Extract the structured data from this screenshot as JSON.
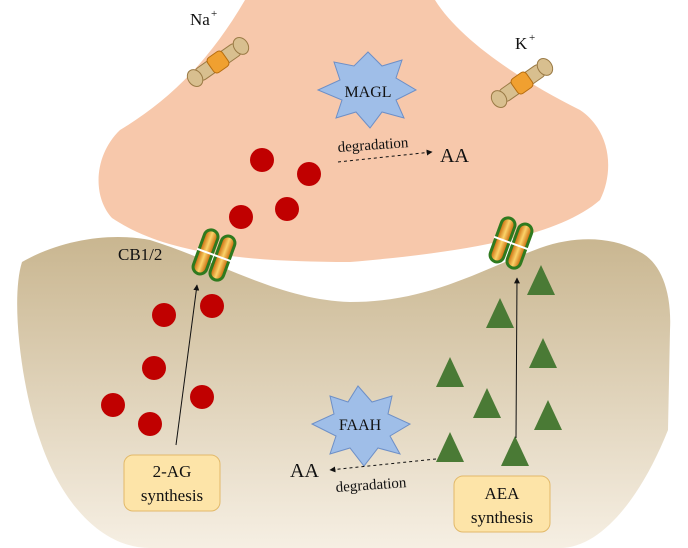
{
  "labels": {
    "na": "Na",
    "na_charge": "+",
    "k": "K",
    "k_charge": "+",
    "magl": "MAGL",
    "degradation_top": "degradation",
    "aa_top": "AA",
    "receptor": "CB1/2",
    "faah": "FAAH",
    "aa_bottom": "AA",
    "degradation_bottom": "degradation",
    "synthesis_2ag_line1": "2-AG",
    "synthesis_2ag_line2": "synthesis",
    "synthesis_aea_line1": "AEA",
    "synthesis_aea_line2": "synthesis"
  },
  "colors": {
    "presynaptic": "#f7c8ab",
    "postsynaptic_top": "#c9b690",
    "postsynaptic_bottom": "#f6efe3",
    "enzyme": "#9fbee8",
    "enzyme_stroke": "#6d8fc7",
    "ag_molecule": "#c00000",
    "aea_molecule": "#4a7a35",
    "synthesis_box": "#fde4a8",
    "synthesis_box_stroke": "#e2b96a",
    "receptor_green": "#3f8f2a",
    "receptor_orange": "#e8891e",
    "channel_tan": "#c8a46e",
    "channel_orange": "#f0a030"
  },
  "icons": {
    "na_channel": "ion-channel-icon",
    "k_channel": "ion-channel-icon",
    "receptor": "cb-receptor-icon",
    "enzyme": "starburst-icon"
  }
}
